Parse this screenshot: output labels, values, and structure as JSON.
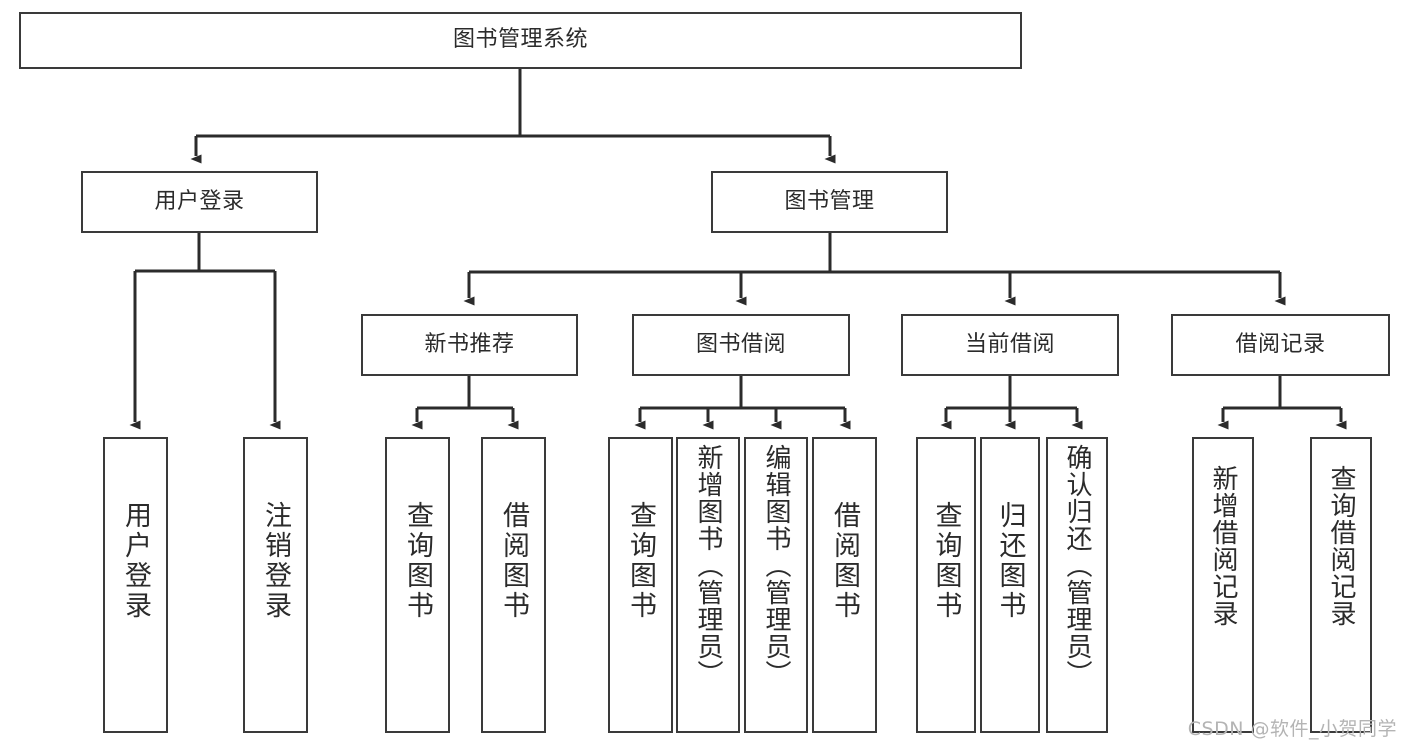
{
  "diagram": {
    "type": "tree-hierarchy",
    "title": "图书管理系统",
    "watermark": "CSDN @软件_小贺同学",
    "colors": {
      "box_border": "#3a3a3a",
      "box_fill": "#ffffff",
      "connector": "#2b2b2b",
      "text": "#2b2b2b",
      "watermark": "#b4b4b4",
      "background": "#ffffff"
    },
    "root": {
      "id": "root",
      "label": "图书管理系统",
      "orientation": "horizontal"
    },
    "level2": [
      {
        "id": "user-login",
        "label": "用户登录",
        "orientation": "horizontal"
      },
      {
        "id": "book-manage",
        "label": "图书管理",
        "orientation": "horizontal"
      }
    ],
    "level3": [
      {
        "id": "new-book-rec",
        "label": "新书推荐",
        "orientation": "horizontal",
        "parent": "book-manage"
      },
      {
        "id": "book-borrow",
        "label": "图书借阅",
        "orientation": "horizontal",
        "parent": "book-manage"
      },
      {
        "id": "current-borrow",
        "label": "当前借阅",
        "orientation": "horizontal",
        "parent": "book-manage"
      },
      {
        "id": "borrow-record",
        "label": "借阅记录",
        "orientation": "horizontal",
        "parent": "book-manage"
      }
    ],
    "leaves": [
      {
        "id": "leaf-user-login",
        "label": "用户登录",
        "orientation": "vertical",
        "parent": "user-login"
      },
      {
        "id": "leaf-user-logout",
        "label": "注销登录",
        "orientation": "vertical",
        "parent": "user-login"
      },
      {
        "id": "leaf-query-book-1",
        "label": "查询图书",
        "orientation": "vertical",
        "parent": "new-book-rec"
      },
      {
        "id": "leaf-borrow-book-1",
        "label": "借阅图书",
        "orientation": "vertical",
        "parent": "new-book-rec"
      },
      {
        "id": "leaf-query-book-2",
        "label": "查询图书",
        "orientation": "vertical",
        "parent": "book-borrow"
      },
      {
        "id": "leaf-add-book",
        "label": "新增图书（管理员）",
        "orientation": "vertical",
        "parent": "book-borrow"
      },
      {
        "id": "leaf-edit-book",
        "label": "编辑图书（管理员）",
        "orientation": "vertical",
        "parent": "book-borrow"
      },
      {
        "id": "leaf-borrow-book-2",
        "label": "借阅图书",
        "orientation": "vertical",
        "parent": "book-borrow"
      },
      {
        "id": "leaf-query-book-3",
        "label": "查询图书",
        "orientation": "vertical",
        "parent": "current-borrow"
      },
      {
        "id": "leaf-return-book",
        "label": "归还图书",
        "orientation": "vertical",
        "parent": "current-borrow"
      },
      {
        "id": "leaf-confirm-return",
        "label": "确认归还（管理员）",
        "orientation": "vertical",
        "parent": "current-borrow"
      },
      {
        "id": "leaf-add-record",
        "label": "新增借阅记录",
        "orientation": "vertical",
        "parent": "borrow-record"
      },
      {
        "id": "leaf-query-record",
        "label": "查询借阅记录",
        "orientation": "vertical",
        "parent": "borrow-record"
      }
    ]
  }
}
